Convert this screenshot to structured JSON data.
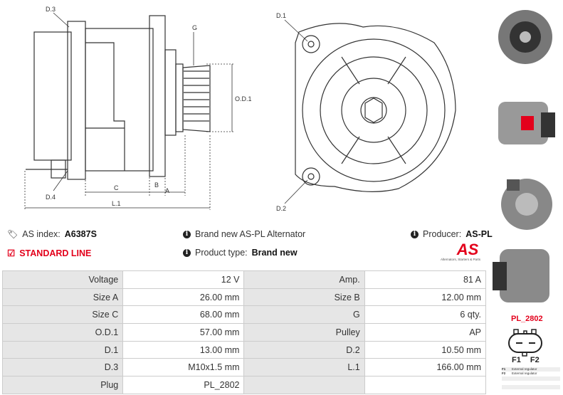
{
  "drawing": {
    "labels": {
      "d3": "D.3",
      "g": "G",
      "od1": "O.D.1",
      "d4": "D.4",
      "c": "C",
      "b": "B",
      "a": "A",
      "l1": "L.1",
      "d1": "D.1",
      "d2": "D.2"
    }
  },
  "info": {
    "as_index_label": "AS index:",
    "as_index_value": "A6387S",
    "line": "STANDARD LINE",
    "description": "Brand new AS-PL Alternator",
    "product_type_label": "Product type:",
    "product_type_value": "Brand new",
    "producer_label": "Producer:",
    "producer_value": "AS-PL",
    "logo_text": "AS",
    "logo_tagline": "Alternators, Starters & Parts"
  },
  "specs": [
    [
      "Voltage",
      "12 V",
      "Amp.",
      "81 A"
    ],
    [
      "Size A",
      "26.00 mm",
      "Size B",
      "12.00 mm"
    ],
    [
      "Size C",
      "68.00 mm",
      "G",
      "6 qty."
    ],
    [
      "O.D.1",
      "57.00 mm",
      "Pulley",
      "AP"
    ],
    [
      "D.1",
      "13.00 mm",
      "D.2",
      "10.50 mm"
    ],
    [
      "D.3",
      "M10x1.5 mm",
      "L.1",
      "166.00 mm"
    ],
    [
      "Plug",
      "PL_2802",
      "",
      ""
    ]
  ],
  "plug": {
    "code": "PL_2802",
    "pins": [
      "F1",
      "F2"
    ],
    "legend": [
      [
        "F1",
        "External regulator"
      ],
      [
        "F2",
        "External regulator"
      ]
    ]
  },
  "colors": {
    "accent": "#e3001b",
    "label_bg": "#e6e6e6",
    "border": "#cccccc"
  }
}
